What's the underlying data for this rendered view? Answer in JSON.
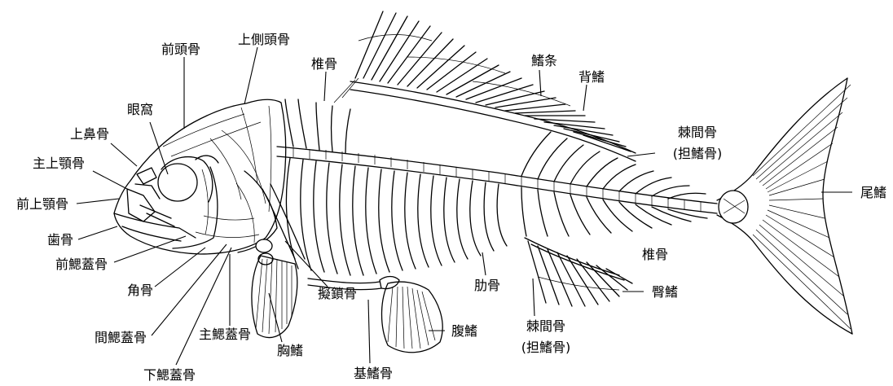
{
  "labels": {
    "zentougai": "前頭骨",
    "jousokutoukotsu": "上側頭骨",
    "tsuikotsu_top": "椎骨",
    "kijou": "鰭条",
    "sebire": "背鰭",
    "gankaku": "眼窩",
    "joubikotsu": "上鼻骨",
    "shujougakukotsu": "主上顎骨",
    "zenjougakukotsu": "前上顎骨",
    "shikotsu": "歯骨",
    "zensaigaikotsu": "前鰓蓋骨",
    "kakukotsu": "角骨",
    "kansaigaikotsu": "間鰓蓋骨",
    "kasaigaikotsu": "下鰓蓋骨",
    "shusaigaikotsu": "主鰓蓋骨",
    "munabire": "胸鰭",
    "gisakotsu": "擬鎖骨",
    "kikikotsu": "基鰭骨",
    "harabire": "腹鰭",
    "rokkotsu": "肋骨",
    "kyokankotsu_bottom_1": "棘間骨",
    "kyokankotsu_bottom_2": "(担鰭骨)",
    "tsuikotsu_right": "椎骨",
    "shiribire": "臀鰭",
    "kyokankotsu_top_1": "棘間骨",
    "kyokankotsu_top_2": "(担鰭骨)",
    "obire": "尾鰭"
  }
}
